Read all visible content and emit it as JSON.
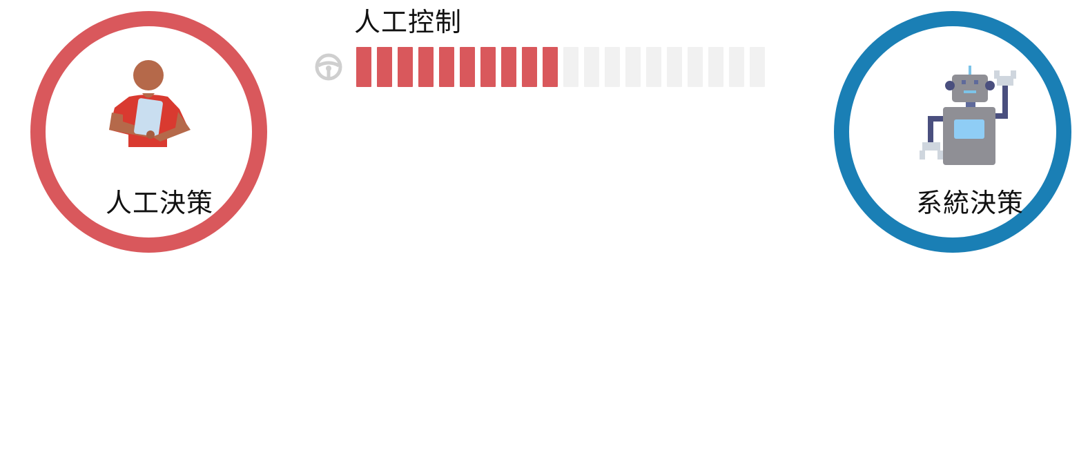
{
  "human_node": {
    "label": "人工決策",
    "icon": "person-holding-tablet-icon",
    "color": "#d9585c"
  },
  "system_node": {
    "label": "系統決策",
    "icon": "robot-icon",
    "color": "#1a7fb5"
  },
  "control": {
    "title": "人工控制",
    "icon": "steering-wheel-icon",
    "segments_total": 20,
    "segments_filled": 10,
    "level_fraction": 0.5,
    "filled_color": "#d9585c",
    "empty_color": "#f1f1f1"
  }
}
